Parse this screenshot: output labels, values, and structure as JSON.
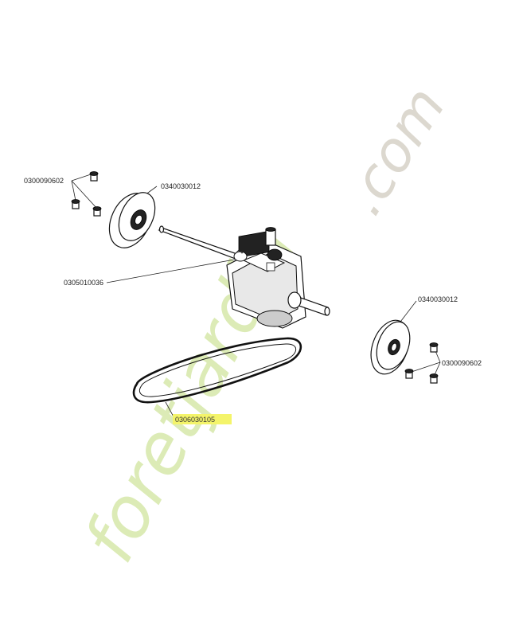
{
  "watermark": {
    "text_green": "foretjardin",
    "text_grey": ".com"
  },
  "labels": {
    "screws_top": "0300090602",
    "pulley_top": "0340030012",
    "axle": "0305010036",
    "pulley_right": "0340030012",
    "screws_right": "0300090602",
    "belt": "0306030105"
  },
  "colors": {
    "highlight": "#f4f46a",
    "watermark_green": "#dcebb6",
    "watermark_grey": "#dcd8cf"
  }
}
